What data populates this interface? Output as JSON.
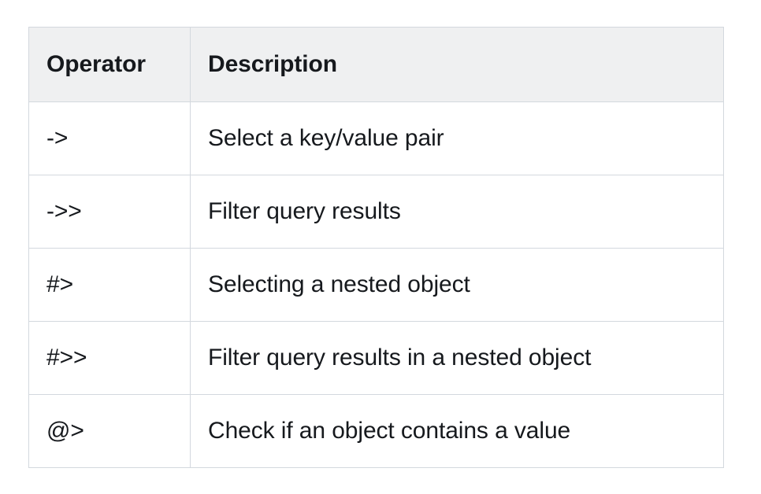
{
  "table": {
    "columns": [
      {
        "key": "operator",
        "label": "Operator"
      },
      {
        "key": "description",
        "label": "Description"
      }
    ],
    "rows": [
      {
        "operator": "->",
        "description": "Select a key/value pair"
      },
      {
        "operator": "->>",
        "description": "Filter query results"
      },
      {
        "operator": "#>",
        "description": "Selecting a nested object"
      },
      {
        "operator": "#>>",
        "description": "Filter query results in a nested object"
      },
      {
        "operator": "@>",
        "description": "Check if an object contains a value"
      }
    ]
  },
  "colors": {
    "page_background": "#ffffff",
    "header_background": "#eff0f1",
    "border": "#d3d8de",
    "text": "#16191d"
  }
}
